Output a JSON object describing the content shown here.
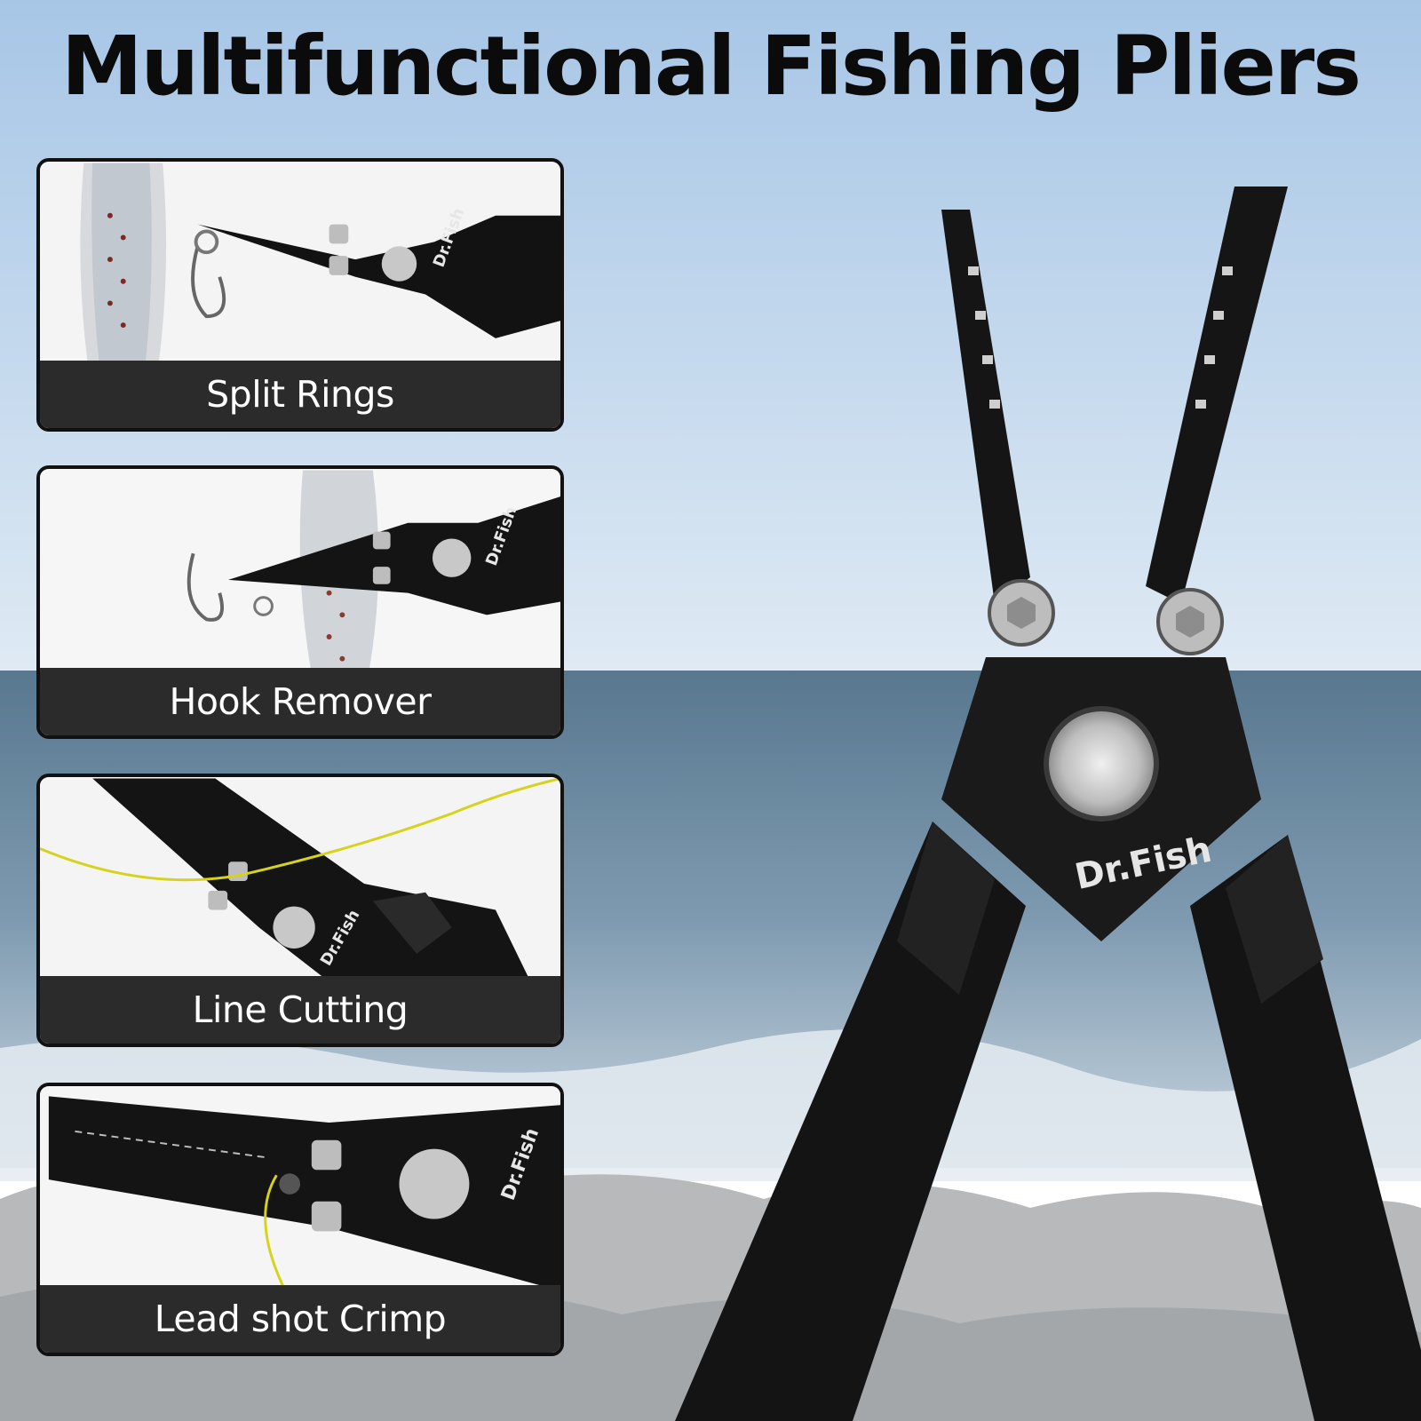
{
  "title": "Multifunctional Fishing Pliers",
  "brand": "Dr.Fish",
  "features": [
    {
      "label": "Split Rings"
    },
    {
      "label": "Hook Remover"
    },
    {
      "label": "Line Cutting"
    },
    {
      "label": "Lead shot Crimp"
    }
  ],
  "colors": {
    "sky_top": "#a9c8e8",
    "sky_bottom": "#dce8f3",
    "sea": "#5f7f98",
    "rocks": "#b7b9bb",
    "pliers": "#161616",
    "caption_bar": "#2b2b2b",
    "fishing_line": "#d7d21c"
  }
}
